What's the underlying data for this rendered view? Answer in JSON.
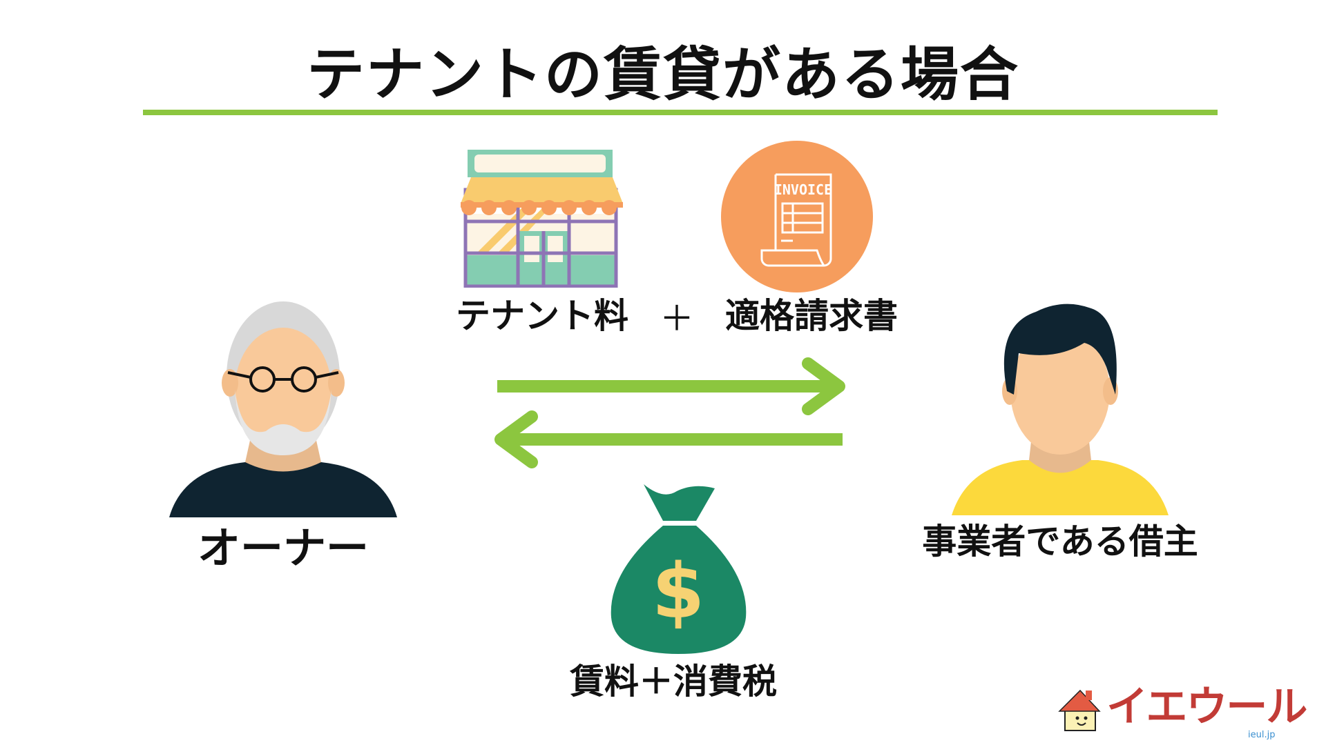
{
  "title": "テナントの賃貸がある場合",
  "labels": {
    "tenant_fee": "テナント料",
    "plus": "＋",
    "invoice": "適格請求書",
    "owner": "オーナー",
    "borrower": "事業者である借主",
    "rent_tax": "賃料＋消費税",
    "invoice_icon_text": "INVOICE",
    "money_symbol": "$"
  },
  "logo": {
    "text": "イエウール",
    "domain": "ieul.jp"
  },
  "colors": {
    "accent": "#8cc63f",
    "invoice": "#f69d5d",
    "money": "#1b8865",
    "logo": "#c23b36"
  }
}
